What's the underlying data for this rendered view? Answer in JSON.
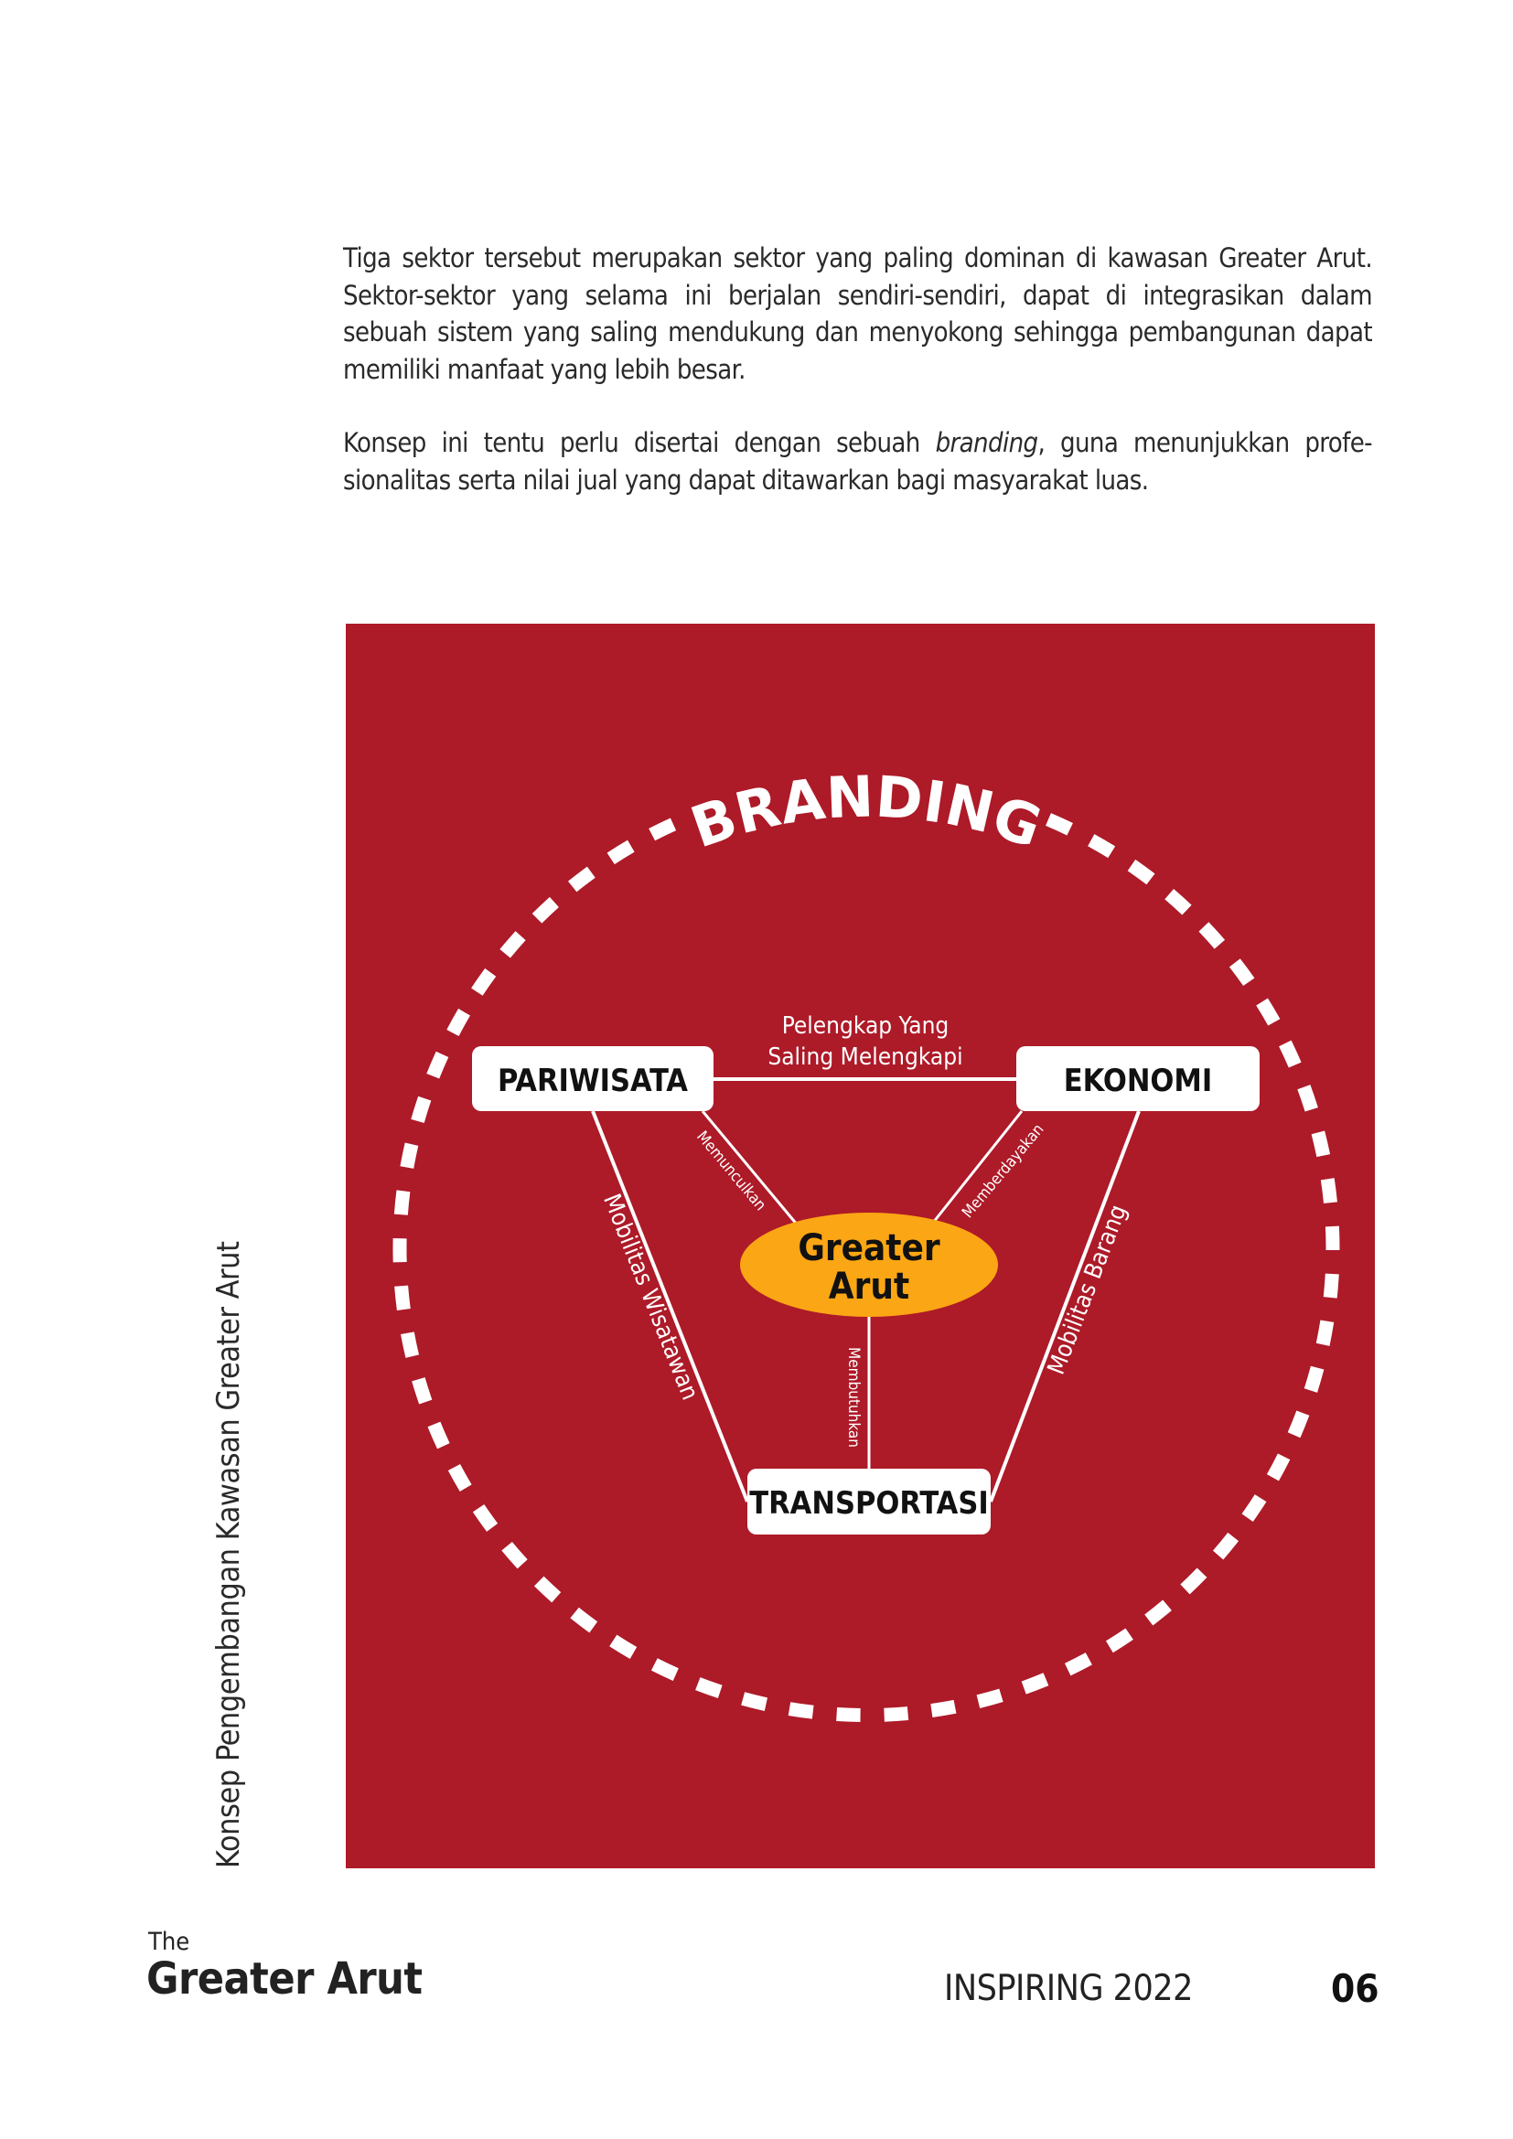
{
  "body": {
    "paragraph1": "Tiga sektor tersebut merupakan sektor yang paling dominan di kawasan Greater Arut. Sektor-sektor yang selama ini berjalan sendiri-sendiri, dapat di integrasikan dalam sebuah sistem yang saling mendukung dan menyokong sehingga pembangunan dapat memiliki manfaat yang lebih besar.",
    "paragraph2_before": "Konsep ini tentu perlu disertai dengan sebuah ",
    "paragraph2_italic": "branding",
    "paragraph2_after": ", guna menunjukkan profe-sionalitas serta nilai jual yang dapat ditawarkan bagi masyarakat luas."
  },
  "side_title": "Konsep Pengembangan Kawasan Greater Arut",
  "diagram": {
    "ring_label": "BRANDING",
    "center": {
      "line1": "Greater",
      "line2": "Arut"
    },
    "nodes": {
      "pariwisata": "PARIWISATA",
      "ekonomi": "EKONOMI",
      "transportasi": "TRANSPORTASI"
    },
    "edges": {
      "pariwisata_ekonomi_line1": "Pelengkap Yang",
      "pariwisata_ekonomi_line2": "Saling Melengkapi",
      "pariwisata_transportasi": "Mobilitas Wisatawan",
      "ekonomi_transportasi": "Mobilitas Barang",
      "pariwisata_center": "Memunculkan",
      "ekonomi_center": "Memberdayakan",
      "transportasi_center": "Membutuhkan"
    },
    "colors": {
      "background": "#AD1A28",
      "center": "#FBA614",
      "node": "#FFFFFF"
    }
  },
  "footer": {
    "brand_small": "The",
    "brand": "Greater Arut",
    "magazine": "INSPIRING 2022",
    "page_number": "06"
  }
}
